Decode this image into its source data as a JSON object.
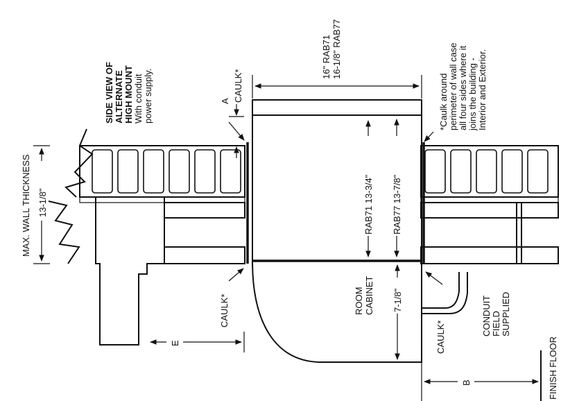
{
  "labels": {
    "max_wall_thickness": "MAX. WALL THICKNESS",
    "wall_dim": "13-1/8\"",
    "side_view_line1": "SIDE VIEW OF",
    "side_view_line2": "ALTERNATE",
    "side_view_line3": "HIGH MOUNT",
    "side_view_line4": "With conduit",
    "side_view_line5": "power supply.",
    "dim_a": "A",
    "caulk_top": "CAULK*",
    "caulk_left": "CAULK*",
    "caulk_bottom": "CAULK*",
    "width_rab71": "16\" RAB71",
    "width_rab77": "16-1/8\" RAB77",
    "rab71_height": "RAB71 13-3/4\"",
    "rab77_height": "RAB77 13-7/8\"",
    "room_cabinet_line1": "ROOM",
    "room_cabinet_line2": "CABINET",
    "cabinet_dim": "7-1/8\"",
    "dim_e": "E",
    "dim_b": "B",
    "conduit_line1": "CONDUIT",
    "conduit_line2": "FIELD",
    "conduit_line3": "SUPPLIED",
    "finish_floor": "FINISH FLOOR",
    "note_line1": "*Caulk around",
    "note_line2": "perimeter of wall case",
    "note_line3": "all four sides where it",
    "note_line4": "joins the building -",
    "note_line5": "Interior and Exterior."
  }
}
